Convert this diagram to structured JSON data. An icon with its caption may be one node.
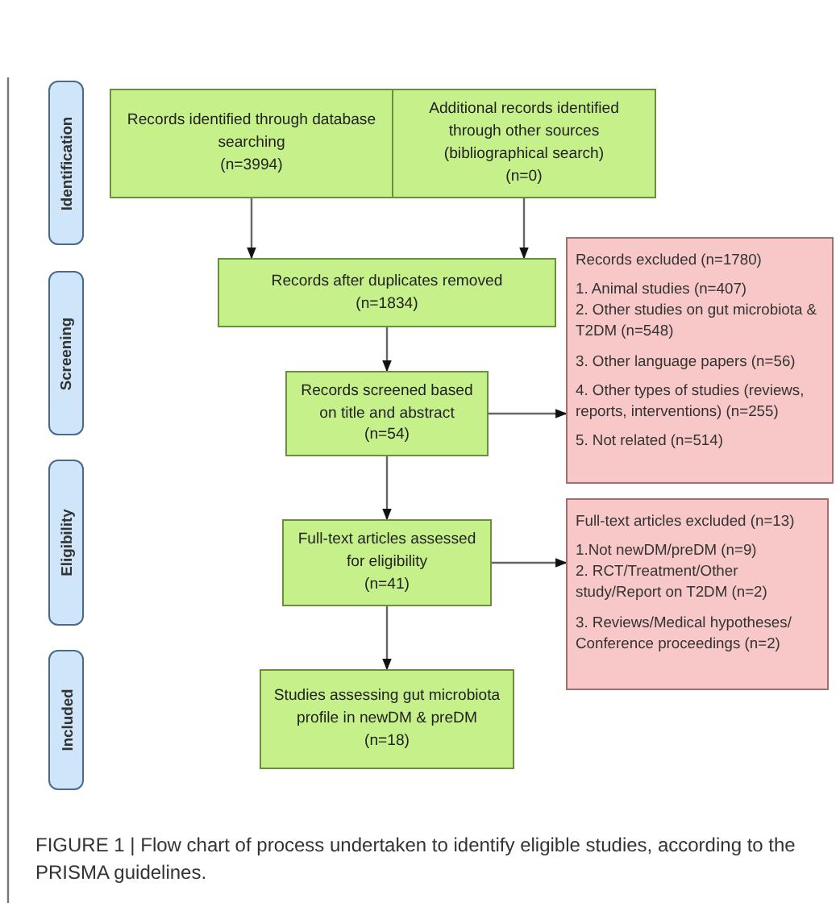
{
  "diagram": {
    "caption": "FIGURE 1 | Flow chart of process undertaken to identify eligible studies, according to the PRISMA guidelines.",
    "nodes": [
      {
        "text": [
          "Identification"
        ]
      },
      {
        "text": [
          "Records identified through database searching",
          "(n=3994)"
        ]
      },
      {
        "text": [
          "Additional records identified through other sources (bibliographical search)",
          "(n=0)"
        ]
      },
      {
        "text": [
          "Screening"
        ]
      },
      {
        "text": [
          "Records after duplicates removed",
          "(n=1834)"
        ]
      },
      {
        "text": [
          "Records excluded (n=1780)",
          "1. Animal studies (n=407)",
          "2. Other studies on gut microbiota & T2DM (n=548)",
          "3. Other language papers (n=56)",
          "4. Other types of studies (reviews, reports, interventions) (n=255)",
          "5. Not related (n=514)"
        ]
      },
      {
        "text": [
          "Records screened based on title and abstract",
          "(n=54)"
        ]
      },
      {
        "text": [
          "Eligibility"
        ]
      },
      {
        "text": [
          "Full-text articles assessed for eligibility",
          "(n=41)"
        ]
      },
      {
        "text": [
          "Full-text articles excluded (n=13)",
          "1.Not newDM/preDM (n=9)",
          "2. RCT/Treatment/Other study/Report on T2DM (n=2)",
          "3. Reviews/Medical hypotheses/ Conference proceedings (n=2)"
        ]
      },
      {
        "text": [
          "Included"
        ]
      },
      {
        "text": [
          "Studies assessing gut microbiota profile in newDM & preDM",
          "(n=18)"
        ]
      }
    ],
    "edges": [
      {
        "from": 1,
        "to": 4,
        "arrow": "to"
      },
      {
        "from": 2,
        "to": 4,
        "arrow": "to"
      },
      {
        "from": 4,
        "to": 6,
        "arrow": "to"
      },
      {
        "from": 6,
        "to": 5,
        "arrow": "to"
      },
      {
        "from": 6,
        "to": 8,
        "arrow": "to"
      },
      {
        "from": 8,
        "to": 9,
        "arrow": "to"
      },
      {
        "from": 8,
        "to": 11,
        "arrow": "to"
      }
    ]
  }
}
